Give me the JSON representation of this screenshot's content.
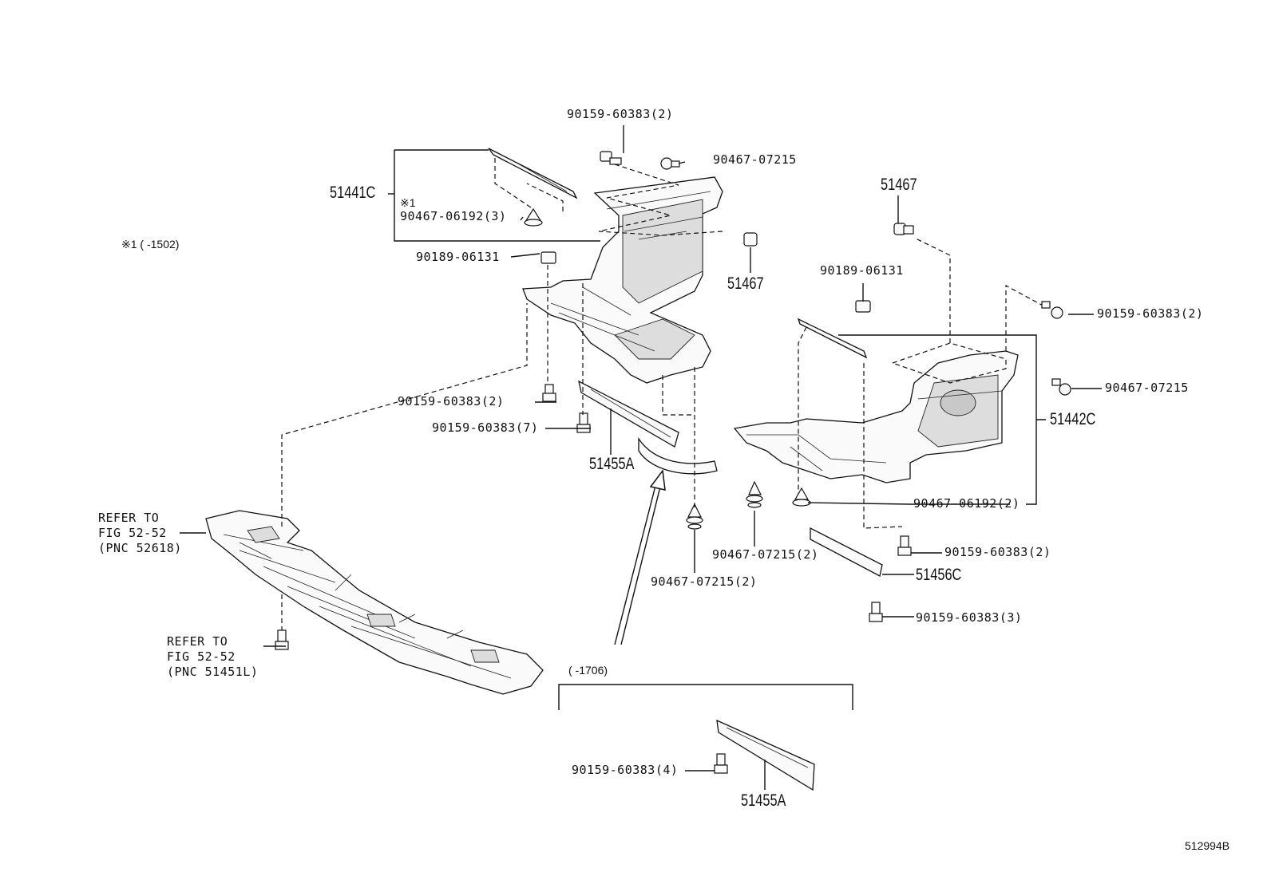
{
  "notes": {
    "note1": "※1 (      -1502)",
    "note2": "(      -1706)",
    "ref1": "REFER TO\nFIG 52-52\n(PNC 52618)",
    "ref2": "REFER TO\nFIG 52-52\n(PNC 51451L)",
    "x1_mark": "※1",
    "diagram_code": "512994B"
  },
  "labels": {
    "p90159_top": "90159-60383(2)",
    "p90467_top": "90467-07215",
    "p51441c": "51441C",
    "p90467_06192_3": "90467-06192(3)",
    "p90189_left": "90189-06131",
    "p51467_left": "51467",
    "p51467_right": "51467",
    "p90189_right": "90189-06131",
    "p90159_right_top": "90159-60383(2)",
    "p90467_right": "90467-07215",
    "p51442c": "51442C",
    "p90159_2_mid": "90159-60383(2)",
    "p90159_7": "90159-60383(7)",
    "p51455a_mid": "51455A",
    "p90467_06192_2": "90467-06192(2)",
    "p90467_07215_2_right": "90467-07215(2)",
    "p90159_2_lower_right": "90159-60383(2)",
    "p51456c": "51456C",
    "p90467_07215_2_bottom": "90467-07215(2)",
    "p90159_3": "90159-60383(3)",
    "p90159_4": "90159-60383(4)",
    "p51455a_bottom": "51455A"
  }
}
